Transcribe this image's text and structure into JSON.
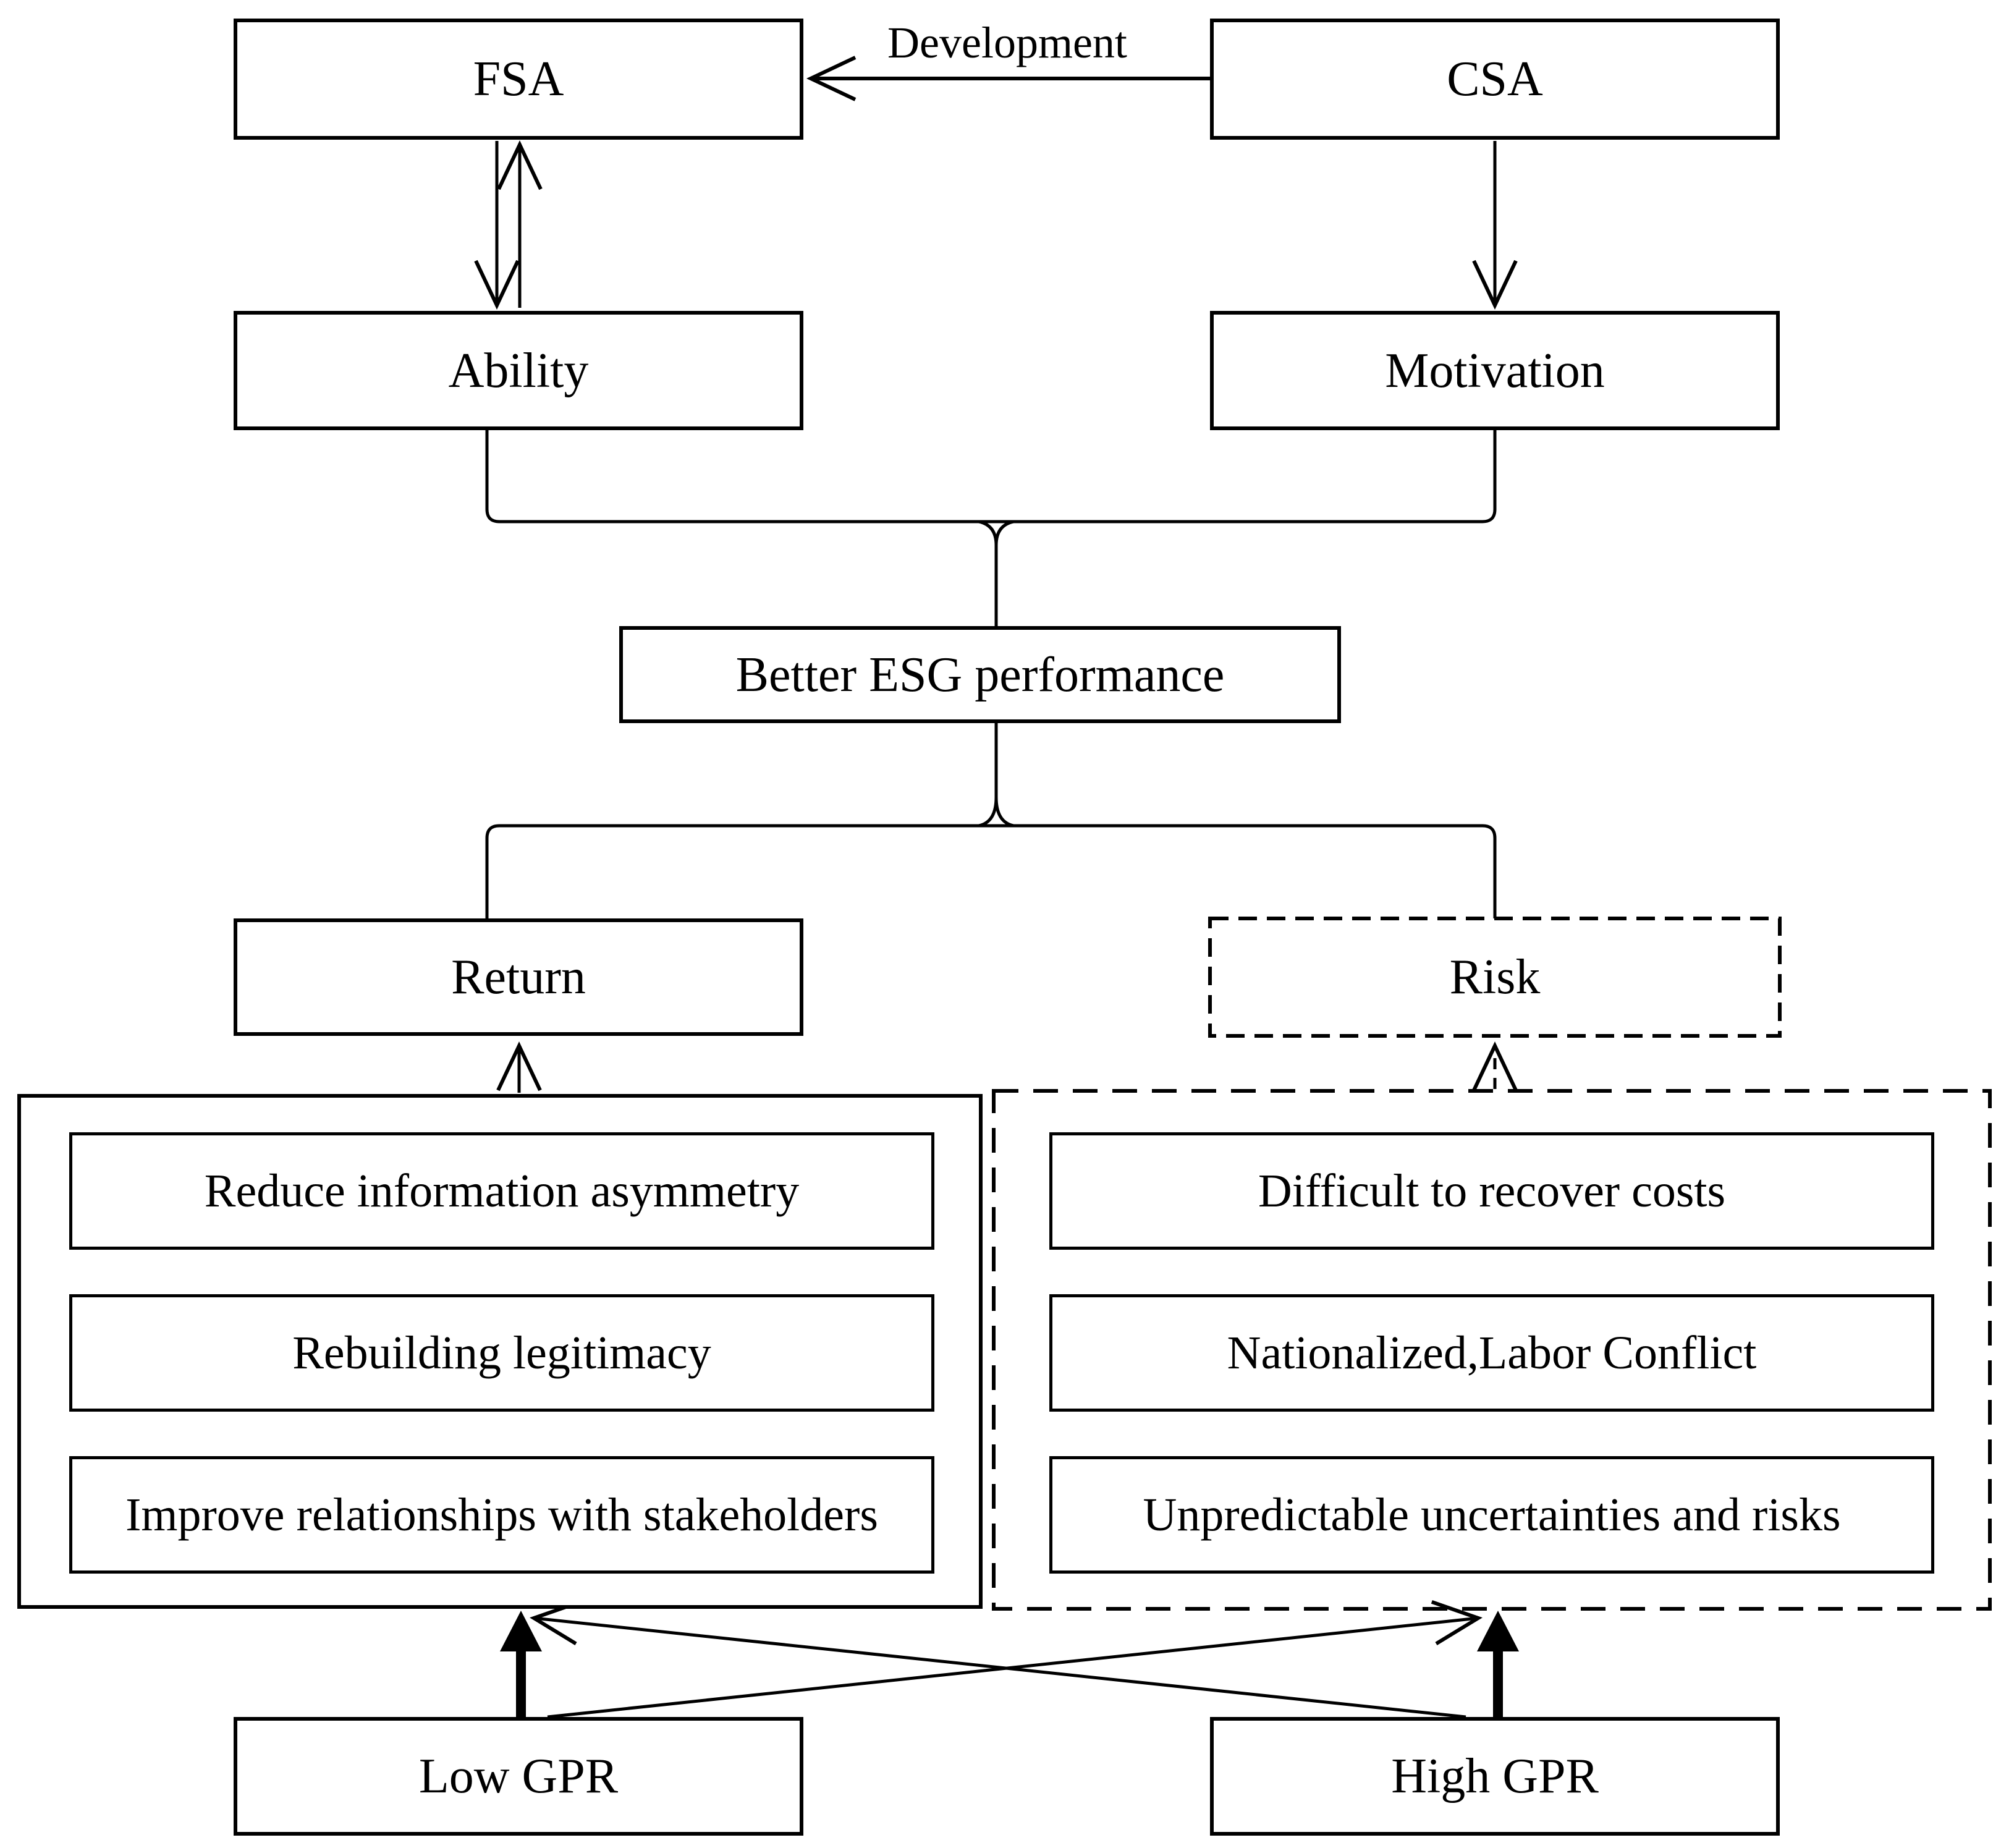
{
  "diagram": {
    "nodes": {
      "fsa": {
        "label": "FSA"
      },
      "csa": {
        "label": "CSA"
      },
      "ability": {
        "label": "Ability"
      },
      "motivation": {
        "label": "Motivation"
      },
      "esg": {
        "label": "Better ESG performance"
      },
      "return": {
        "label": "Return"
      },
      "risk": {
        "label": "Risk"
      },
      "low_gpr": {
        "label": "Low GPR"
      },
      "high_gpr": {
        "label": "High GPR"
      }
    },
    "edge_labels": {
      "development": "Development"
    },
    "return_factors": [
      "Reduce information asymmetry",
      "Rebuilding legitimacy",
      "Improve relationships with stakeholders"
    ],
    "risk_factors": [
      "Difficult to recover costs",
      "Nationalized,Labor Conflict",
      "Unpredictable uncertainties and risks"
    ],
    "colors": {
      "line": "#000000",
      "background": "#ffffff",
      "text": "#000000"
    }
  }
}
